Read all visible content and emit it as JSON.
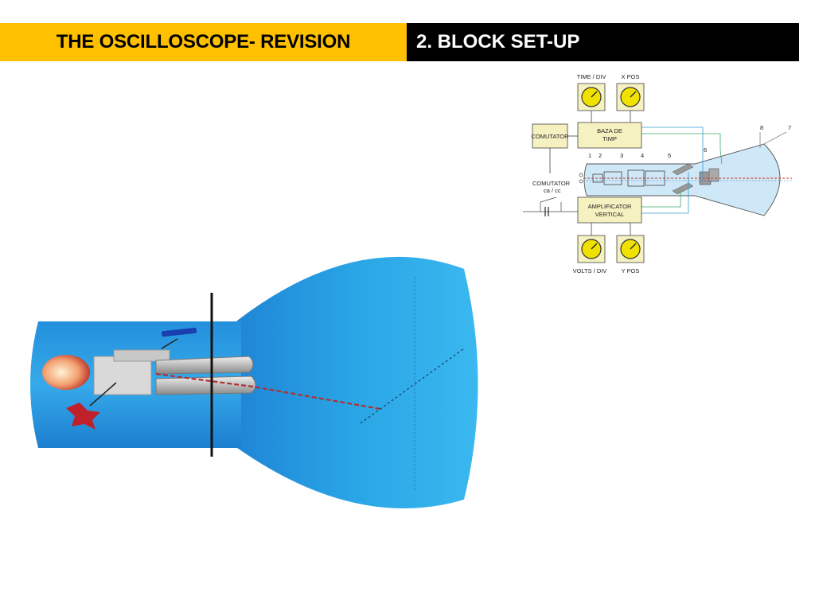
{
  "header": {
    "title": "THE OSCILLOSCOPE- REVISION",
    "section": "2. BLOCK SET-UP"
  },
  "colors": {
    "title_bar": "#ffc000",
    "section_bar": "#000000",
    "tube_blue": "#2a9fe0",
    "diagram_box": "#f6f1c0",
    "knob": "#f1e100",
    "wire_green": "#3aaa6a",
    "wire_blue": "#3a9ad0",
    "beam_red": "#c0392b"
  },
  "diagram": {
    "knob_time_div": "TIME / DIV",
    "knob_x_pos": "X POS",
    "knob_volts_div": "VOLTS / DIV",
    "knob_y_pos": "Y POS",
    "box_comutator": "COMUTATOR",
    "box_baza_line1": "BAZA DE",
    "box_baza_line2": "TIMP",
    "box_amp_line1": "AMPLIFICATOR",
    "box_amp_line2": "VERTICAL",
    "switch_line1": "COMUTATOR",
    "switch_line2": "ca / cc",
    "part_numbers": [
      "1",
      "2",
      "3",
      "4",
      "5",
      "6",
      "7",
      "8"
    ]
  }
}
